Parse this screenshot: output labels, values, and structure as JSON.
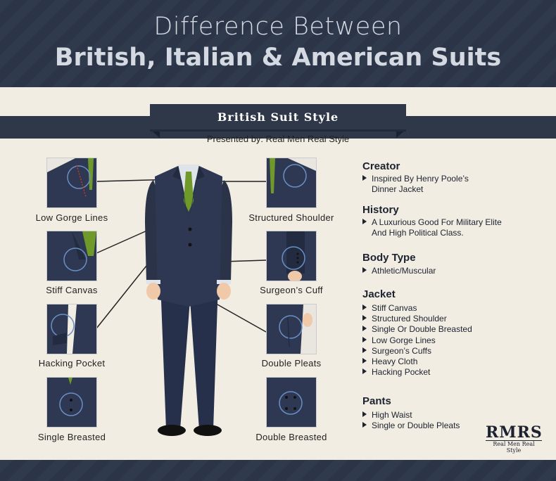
{
  "header": {
    "title_line1": "Difference Between",
    "title_line2": "British, Italian & American Suits"
  },
  "banner": {
    "label": "British Suit Style",
    "presented_by": "Presented by: Real Men Real Style"
  },
  "features_left": [
    {
      "label": "Low Gorge Lines"
    },
    {
      "label": "Stiff Canvas"
    },
    {
      "label": "Hacking Pocket"
    },
    {
      "label": "Single Breasted"
    }
  ],
  "features_right": [
    {
      "label": "Structured Shoulder"
    },
    {
      "label": "Surgeon’s Cuff"
    },
    {
      "label": "Double Pleats"
    },
    {
      "label": "Double Breasted"
    }
  ],
  "info": {
    "creator": {
      "heading": "Creator",
      "items": [
        "Inspired By Henry Poole’s",
        "Dinner Jacket"
      ]
    },
    "history": {
      "heading": "History",
      "items": [
        "A Luxurious Good For Military Elite",
        "And High Political Class."
      ]
    },
    "body_type": {
      "heading": "Body Type",
      "items": [
        "Athletic/Muscular"
      ]
    },
    "jacket": {
      "heading": "Jacket",
      "items": [
        "Stiff Canvas",
        "Structured Shoulder",
        "Single Or Double Breasted",
        "Low Gorge Lines",
        "Surgeon’s Cuffs",
        "Heavy Cloth",
        "Hacking Pocket"
      ]
    },
    "pants": {
      "heading": "Pants",
      "items": [
        "High Waist",
        "Single or Double Pleats"
      ]
    }
  },
  "logo": {
    "mark": "RMRS",
    "tagline": "Real Men Real Style"
  },
  "colors": {
    "navy": "#2e3849",
    "suit": "#2a3347",
    "tie": "#6f9a2a",
    "background": "#f1ede2",
    "circle": "#6a8fc4"
  }
}
